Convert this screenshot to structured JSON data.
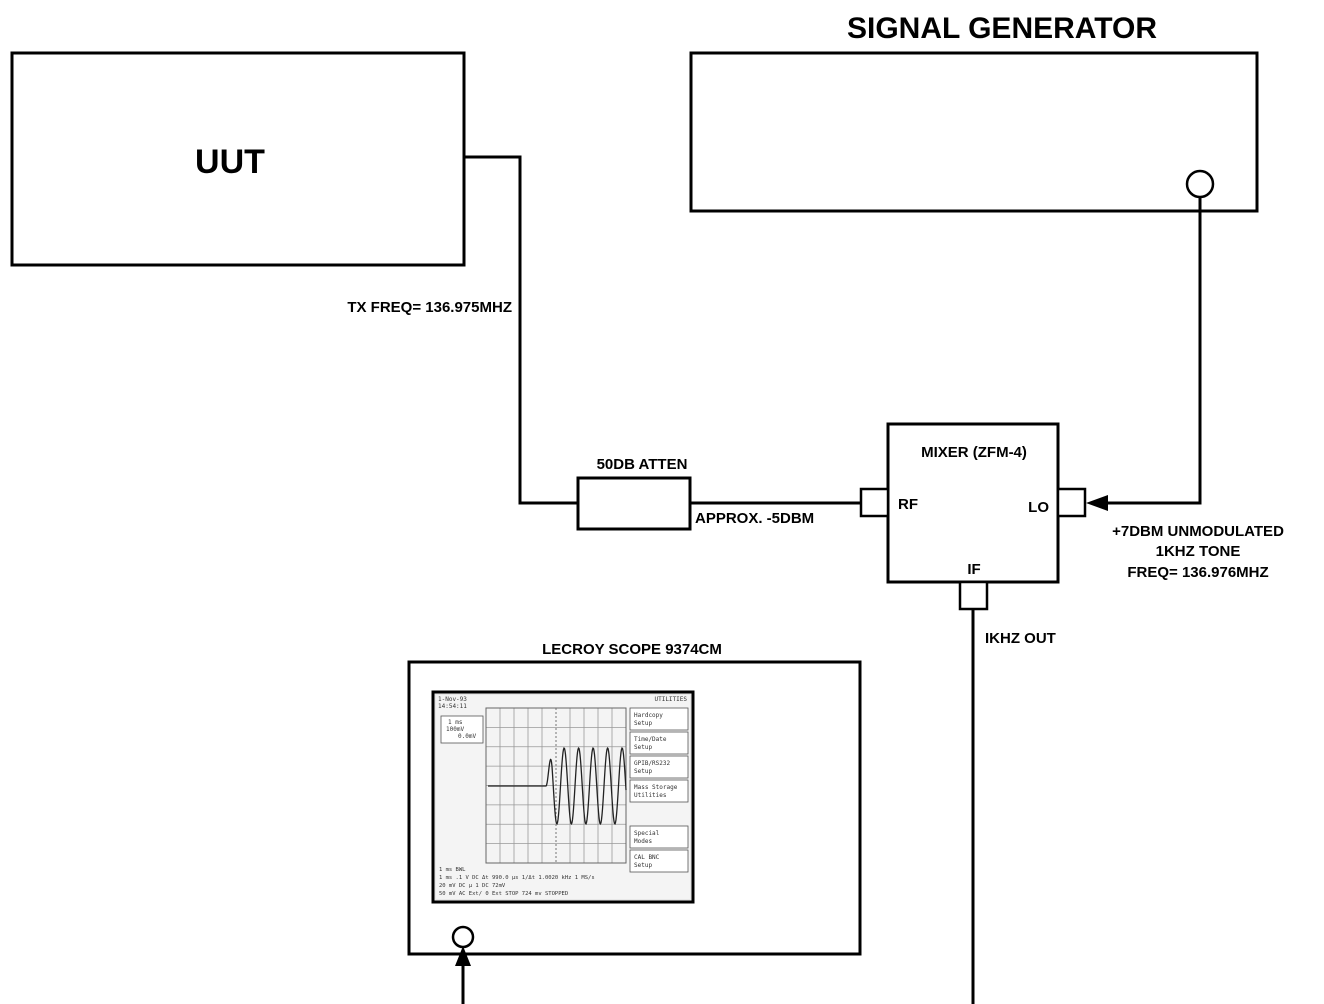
{
  "title": "SIGNAL GENERATOR",
  "uut": {
    "label": "UUT"
  },
  "tx_freq": "TX FREQ= 136.975MHZ",
  "attenuator": {
    "label": "50DB ATTEN"
  },
  "approx_level": "APPROX. -5DBM",
  "mixer": {
    "label": "MIXER (ZFM-4)",
    "rf": "RF",
    "lo": "LO",
    "if": "IF"
  },
  "lo_note": [
    "+7DBM UNMODULATED",
    "1KHZ TONE",
    "FREQ= 136.976MHZ"
  ],
  "if_out": "IKHZ OUT",
  "scope": {
    "label": "LECROY SCOPE 9374CM",
    "screen": {
      "top_left": [
        "1-Nov-93",
        "14:54:11"
      ],
      "top_right": "UTILITIES",
      "trace_box": [
        "1 ms",
        "100mV",
        "0.0mV"
      ],
      "menu": [
        [
          "Hardcopy",
          "Setup"
        ],
        [
          "Time/Date",
          "Setup"
        ],
        [
          "GPIB/RS232",
          "Setup"
        ],
        [
          "Mass Storage",
          "Utilities"
        ],
        [
          "Special",
          "Modes"
        ],
        [
          "CAL BNC",
          "Setup"
        ]
      ],
      "bottom_lines": [
        "1 ms    BWL",
        "1 ms   .1  V  DC              Δt    990.0 μs   1/Δt 1.0020 kHz      1 MS/s",
        "20 mV  DC μ           1  DC 72mV",
        "50 mV  AC     Ext/ 0  Ext  STOP 724 mv          STOPPED"
      ]
    }
  }
}
